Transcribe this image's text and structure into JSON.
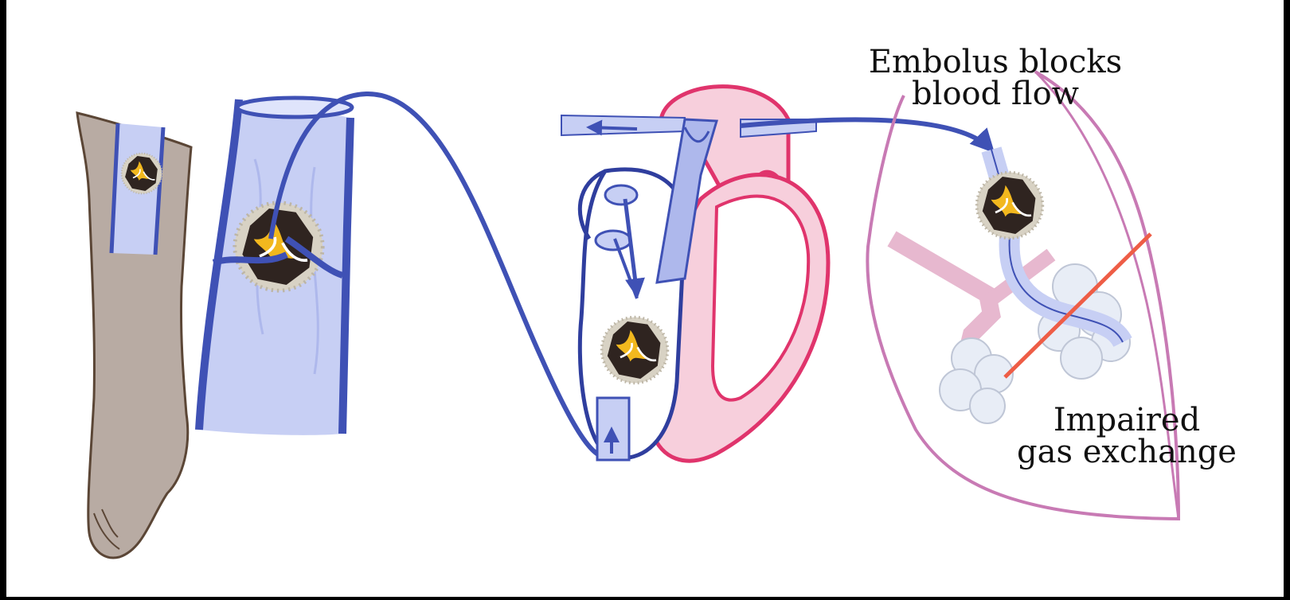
{
  "labels": {
    "embolus_line1": "Embolus blocks",
    "embolus_line2": "blood flow",
    "gas_line1": "Impaired",
    "gas_line2": "gas exchange"
  },
  "colors": {
    "background": "#ffffff",
    "frame": "#000000",
    "vein": "#3f51b5",
    "vein_fill": "#c7cff4",
    "artery": "#e0346c",
    "artery_fill": "#f7cfdc",
    "lung_outline": "#c87ab4",
    "skin": "#b8aba3",
    "skin_outline": "#5b4636",
    "clot_dark": "#2f2420",
    "clot_yellow": "#f2b81e",
    "clot_halo": "#d8d2c4",
    "block_line": "#ee5d46",
    "alveoli": "#e8edf6"
  },
  "icons": [
    "leg",
    "vein-section",
    "clot",
    "heart",
    "lung",
    "flow-arrow",
    "block-line"
  ]
}
